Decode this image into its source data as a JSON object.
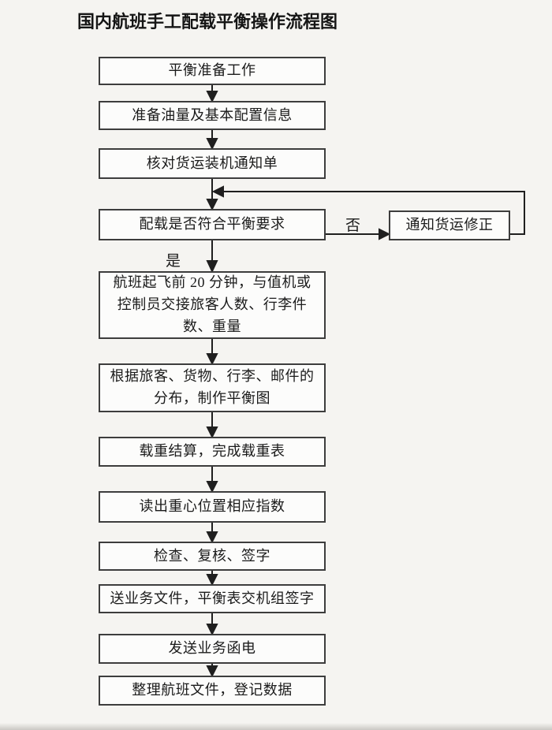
{
  "title": "国内航班手工配载平衡操作流程图",
  "flowchart": {
    "steps": [
      {
        "label": "平衡准备工作"
      },
      {
        "label": "准备油量及基本配置信息"
      },
      {
        "label": "核对货运装机通知单"
      },
      {
        "label": "配载是否符合平衡要求"
      },
      {
        "label": "航班起飞前 20 分钟，与值机或控制员交接旅客人数、行李件数、重量"
      },
      {
        "label": "根据旅客、货物、行李、邮件的分布，制作平衡图"
      },
      {
        "label": "载重结算，完成载重表"
      },
      {
        "label": "读出重心位置相应指数"
      },
      {
        "label": "检查、复核、签字"
      },
      {
        "label": "送业务文件，平衡表交机组签字"
      },
      {
        "label": "发送业务函电"
      },
      {
        "label": "整理航班文件，登记数据"
      }
    ],
    "correction_step": {
      "label": "通知货运修正"
    },
    "branch_labels": {
      "no": "否",
      "yes": "是"
    }
  },
  "colors": {
    "background": "#f5f4f1",
    "box_fill": "#fcfcfb",
    "box_border": "#3d3d3d",
    "line": "#1f1f1f",
    "text": "#1b1b1b"
  }
}
